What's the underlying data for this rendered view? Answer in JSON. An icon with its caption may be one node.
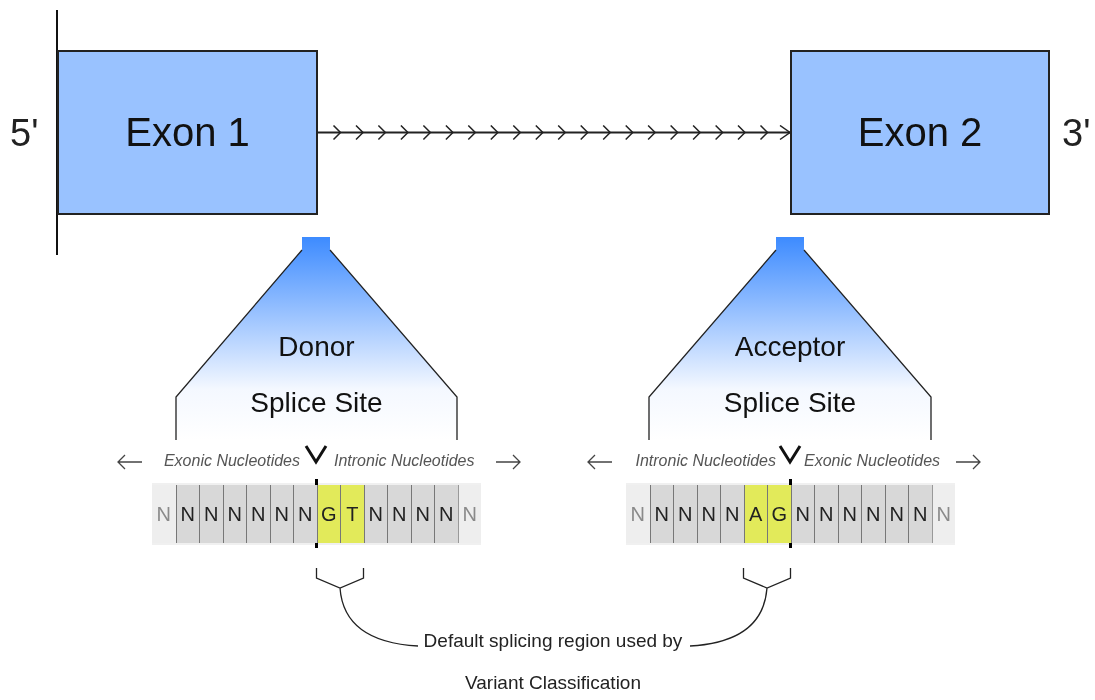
{
  "diagram": {
    "nodes": [
      {
        "text": [
          "Exon 1"
        ]
      },
      {
        "text": [
          "Exon 2"
        ]
      },
      {
        "text": [
          "Donor Splice Site"
        ]
      },
      {
        "text": [
          "Acceptor Splice Site"
        ]
      }
    ],
    "edges": [
      {
        "from": 0,
        "to": 1,
        "arrow": "to"
      }
    ],
    "labels": [
      "5'",
      "3'",
      "Exonic Nucleotides",
      "Intronic Nucleotides",
      "Intronic Nucleotides",
      "Exonic Nucleotides",
      "N",
      "N",
      "N",
      "N",
      "N",
      "N",
      "N",
      "G",
      "T",
      "N",
      "N",
      "N",
      "N",
      "N",
      "N",
      "N",
      "N",
      "N",
      "N",
      "A",
      "G",
      "N",
      "N",
      "N",
      "N",
      "N",
      "N",
      "N",
      "Default splicing region used by Variant Classification"
    ]
  }
}
